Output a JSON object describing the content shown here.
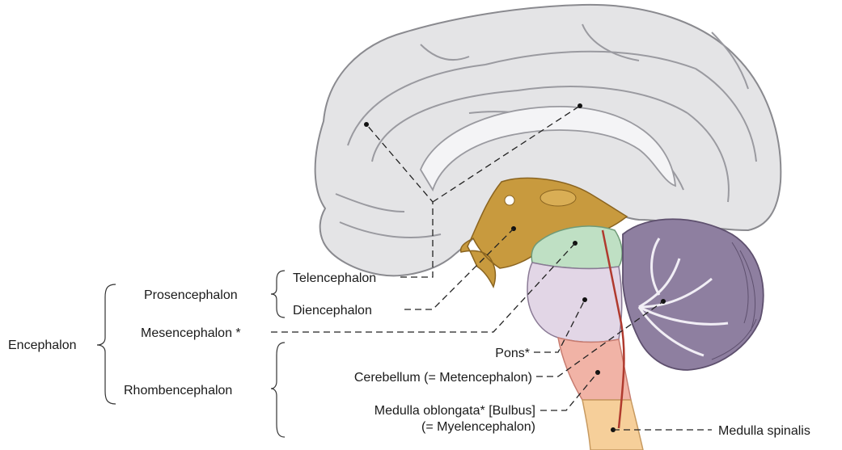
{
  "labels": {
    "encephalon": "Encephalon",
    "prosencephalon": "Prosencephalon",
    "telencephalon": "Telencephalon",
    "diencephalon": "Diencephalon",
    "mesencephalon": "Mesencephalon *",
    "rhombencephalon": "Rhombencephalon",
    "pons": "Pons*",
    "cerebellum": "Cerebellum (= Metencephalon)",
    "medulla_oblongata_1": "Medulla oblongata* [Bulbus]",
    "medulla_oblongata_2": "(= Myelencephalon)",
    "medulla_spinalis": "Medulla spinalis"
  },
  "colors": {
    "cerebrum": "#e4e4e6",
    "cerebrum_edge": "#8a8a8f",
    "diencephalon": "#c89a3e",
    "mesencephalon": "#bfe0c4",
    "pons": "#e2d6e6",
    "cerebellum": "#8e7fa0",
    "medulla": "#f1b3a6",
    "spinal_cord": "#f6cf9a"
  }
}
